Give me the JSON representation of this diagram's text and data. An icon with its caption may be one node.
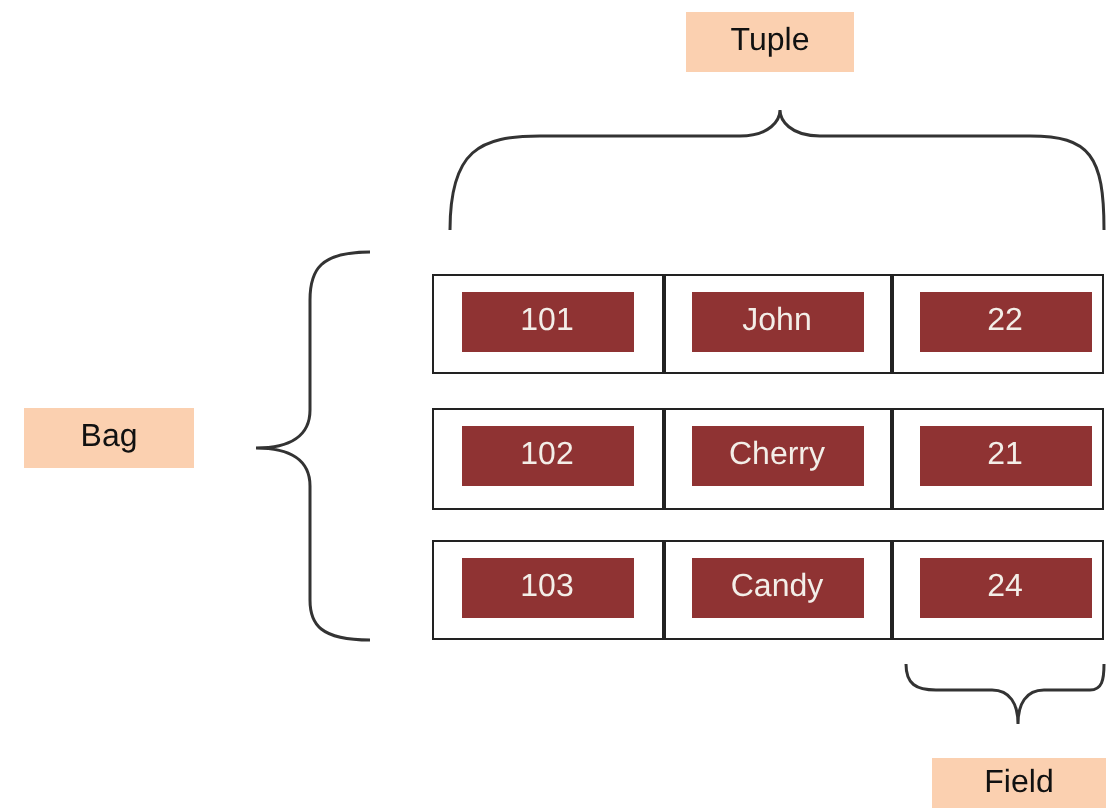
{
  "diagram": {
    "nodes": [
      {
        "text": [
          "Tuple"
        ]
      },
      {
        "text": [
          "Bag"
        ]
      },
      {
        "text": [],
        "shape": "box"
      },
      {
        "text": [
          "101"
        ],
        "in": 2
      },
      {
        "text": [
          "John"
        ],
        "in": 2
      },
      {
        "text": [
          "22"
        ],
        "in": 2
      },
      {
        "text": [],
        "shape": "box"
      },
      {
        "text": [
          "102"
        ],
        "in": 6
      },
      {
        "text": [
          "Cherry"
        ],
        "in": 6
      },
      {
        "text": [
          "21"
        ],
        "in": 6
      },
      {
        "text": [],
        "shape": "box"
      },
      {
        "text": [
          "103"
        ],
        "in": 10
      },
      {
        "text": [
          "Candy"
        ],
        "in": 10
      },
      {
        "text": [
          "24"
        ],
        "in": 10
      },
      {
        "text": [
          "Field"
        ]
      }
    ]
  }
}
